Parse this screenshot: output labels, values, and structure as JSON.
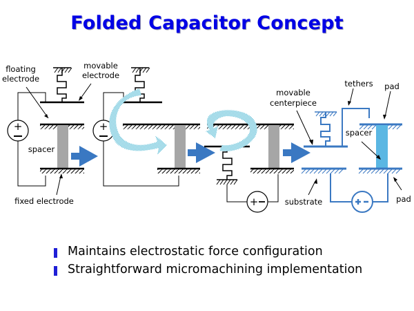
{
  "title": "Folded Capacitor Concept",
  "labels": {
    "floating_electrode": [
      "floating",
      "electrode"
    ],
    "movable_electrode": [
      "movable",
      "electrode"
    ],
    "spacer_left": "spacer",
    "fixed_electrode": "fixed electrode",
    "movable_centerpiece": [
      "movable",
      "centerpiece"
    ],
    "tethers": "tethers",
    "pad_top": "pad",
    "spacer_right": "spacer",
    "substrate": "substrate",
    "pad_bottom": "pad"
  },
  "voltage_source_symbol": {
    "plus": "+",
    "minus": "−"
  },
  "colors": {
    "title": "#0000e6",
    "arrow": "#3a78c2",
    "swirl": "#5fc3d9",
    "spacer_gray": "#a6a6a6",
    "final_stage": "#3a78c2",
    "final_spacer": "#5bb7e3",
    "bullet": "#1f1fd6"
  },
  "bullets": [
    "Maintains electrostatic force configuration",
    "Straightforward micromachining implementation"
  ]
}
